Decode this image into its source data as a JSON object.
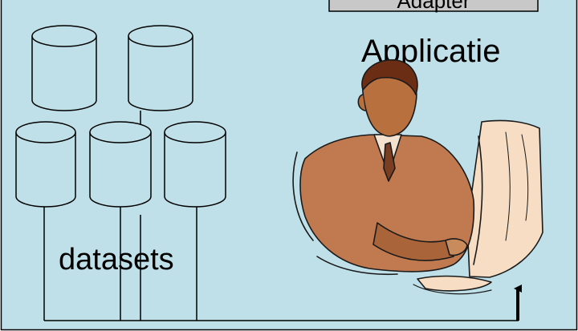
{
  "adapter": {
    "label": "Adapter"
  },
  "application": {
    "label": "Applicatie"
  },
  "datasets": {
    "label": "datasets",
    "count": 5
  },
  "colors": {
    "panel_fill": "#bfe0e8",
    "adapter_fill": "#c8c8c8",
    "stroke": "#000000",
    "skin": "#c17a4f",
    "monitor": "#f6ddc4"
  },
  "icons": {
    "database": "cylinder-icon",
    "person": "person-at-computer-icon",
    "connection": "arrow-up-icon"
  }
}
